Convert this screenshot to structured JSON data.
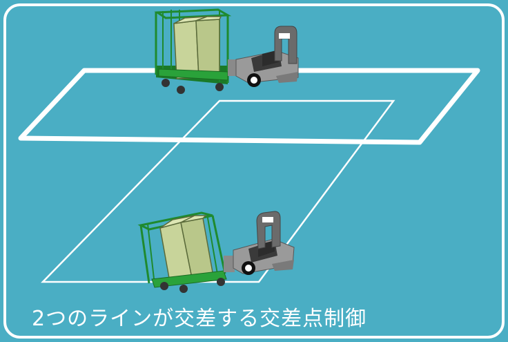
{
  "caption": "2つのラインが交差する交差点制御",
  "colors": {
    "background": "#4aaec4",
    "line": "#ffffff",
    "cart_frame": "#1f8a2e",
    "cargo": "#c8d49a",
    "robot_body": "#6b6b6b"
  },
  "objects": [
    "agv-robot-towing-cart-top",
    "agv-robot-towing-cart-bottom"
  ]
}
